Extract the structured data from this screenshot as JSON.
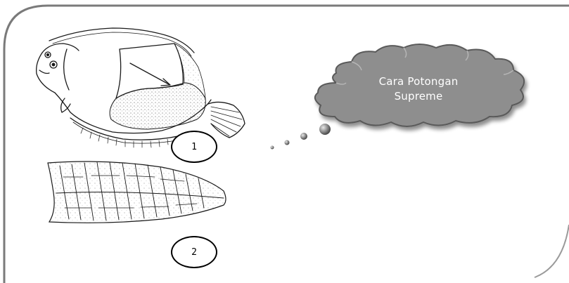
{
  "cloud": {
    "line1": "Cara Potongan",
    "line2": "Supreme"
  },
  "steps": [
    {
      "label": "1"
    },
    {
      "label": "2"
    }
  ],
  "colors": {
    "cloud_fill": "#8e8e8e",
    "cloud_shadow": "#5a5a5a",
    "frame_stroke": "#7a7a7a",
    "ink": "#1a1a1a"
  }
}
